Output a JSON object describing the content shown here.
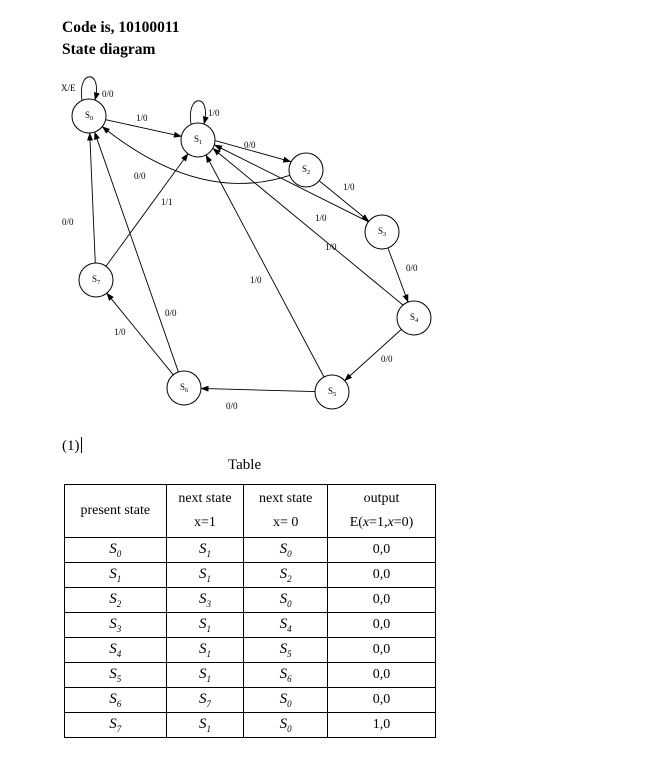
{
  "header": {
    "code_line": "Code is, 10100011",
    "subtitle": "State diagram"
  },
  "diagram": {
    "states": [
      {
        "id": "S0",
        "label": "S",
        "sub": "0"
      },
      {
        "id": "S1",
        "label": "S",
        "sub": "1"
      },
      {
        "id": "S2",
        "label": "S",
        "sub": "2"
      },
      {
        "id": "S3",
        "label": "S",
        "sub": "3"
      },
      {
        "id": "S4",
        "label": "S",
        "sub": "4"
      },
      {
        "id": "S5",
        "label": "S",
        "sub": "5"
      },
      {
        "id": "S6",
        "label": "S",
        "sub": "6"
      },
      {
        "id": "S7",
        "label": "S",
        "sub": "7"
      }
    ],
    "io_label": "X/E",
    "transitions": [
      {
        "from": "S0",
        "to": "S0",
        "label": "0/0"
      },
      {
        "from": "S0",
        "to": "S1",
        "label": "1/0"
      },
      {
        "from": "S1",
        "to": "S1",
        "label": "1/0"
      },
      {
        "from": "S1",
        "to": "S2",
        "label": "0/0"
      },
      {
        "from": "S2",
        "to": "S0",
        "label": "0/0"
      },
      {
        "from": "S2",
        "to": "S3",
        "label": "1/0"
      },
      {
        "from": "S3",
        "to": "S1",
        "label": "1/0"
      },
      {
        "from": "S3",
        "to": "S4",
        "label": "0/0"
      },
      {
        "from": "S4",
        "to": "S1",
        "label": "1/0"
      },
      {
        "from": "S4",
        "to": "S5",
        "label": "0/0"
      },
      {
        "from": "S5",
        "to": "S1",
        "label": "1/0"
      },
      {
        "from": "S5",
        "to": "S6",
        "label": "0/0"
      },
      {
        "from": "S6",
        "to": "S7",
        "label": "1/0"
      },
      {
        "from": "S6",
        "to": "S0",
        "label": "0/0"
      },
      {
        "from": "S7",
        "to": "S1",
        "label": "1/1"
      },
      {
        "from": "S7",
        "to": "S0",
        "label": "0/0"
      }
    ]
  },
  "part_label": "(1)",
  "table": {
    "caption": "Table",
    "headers": {
      "present": "present state",
      "next1_line1": "next state",
      "next1_line2": "x=1",
      "next0_line1": "next state",
      "next0_line2": "x= 0",
      "output_line1": "output",
      "output_line2": "E(x=1,x=0)"
    },
    "rows": [
      {
        "present": "0",
        "next_x1": "1",
        "next_x0": "0",
        "output": "0,0"
      },
      {
        "present": "1",
        "next_x1": "1",
        "next_x0": "2",
        "output": "0,0"
      },
      {
        "present": "2",
        "next_x1": "3",
        "next_x0": "0",
        "output": "0,0"
      },
      {
        "present": "3",
        "next_x1": "1",
        "next_x0": "4",
        "output": "0,0"
      },
      {
        "present": "4",
        "next_x1": "1",
        "next_x0": "5",
        "output": "0,0"
      },
      {
        "present": "5",
        "next_x1": "1",
        "next_x0": "6",
        "output": "0,0"
      },
      {
        "present": "6",
        "next_x1": "7",
        "next_x0": "0",
        "output": "0,0"
      },
      {
        "present": "7",
        "next_x1": "1",
        "next_x0": "0",
        "output": "1,0"
      }
    ],
    "state_letter": "S"
  }
}
